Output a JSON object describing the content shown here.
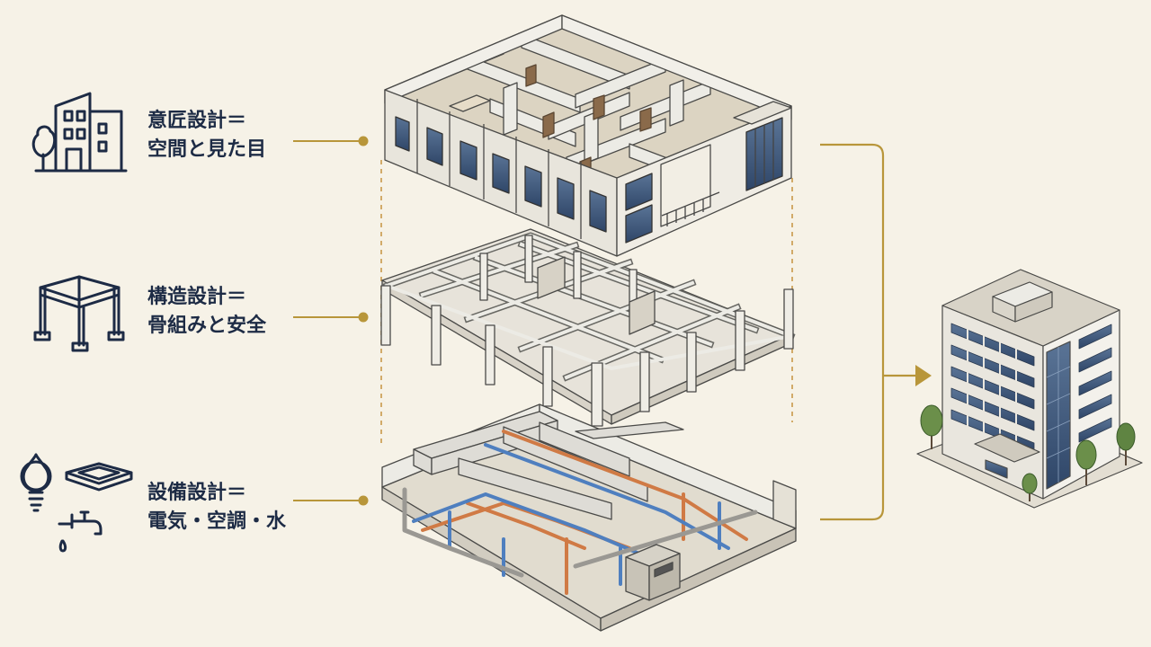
{
  "layers": [
    {
      "id": "design",
      "title": "意匠設計＝",
      "subtitle": "空間と見た目",
      "icon": "building-icon"
    },
    {
      "id": "structure",
      "title": "構造設計＝",
      "subtitle": "骨組みと安全",
      "icon": "frame-icon"
    },
    {
      "id": "mep",
      "title": "設備設計＝",
      "subtitle": "電気・空調・水",
      "icon": "utilities-icon"
    }
  ],
  "colors": {
    "background": "#f6f2e7",
    "text": "#1d2b45",
    "connector": "#b8963a",
    "duct_orange": "#d07a45",
    "duct_blue": "#4f7fbf",
    "line": "#4a4a48",
    "wall": "#ecebe5",
    "floor": "#ddd8cc",
    "window": "#3e5878"
  }
}
